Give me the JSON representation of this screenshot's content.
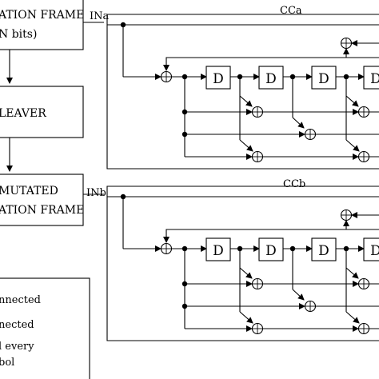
{
  "left_blocks": {
    "frame": {
      "line1": "ATION FRAME",
      "line2": "N bits)"
    },
    "interleaver": {
      "label": "LEAVER"
    },
    "permutated": {
      "line1": "MUTATED",
      "line2": "ATION FRAME"
    }
  },
  "legend": {
    "line1": "nnected",
    "line2": "nected",
    "line3": "l every",
    "line4": "bol"
  },
  "encoder_a": {
    "input_label": "INa",
    "name": "CCa",
    "delay_label": "D",
    "adder_symbol": "⊕"
  },
  "encoder_b": {
    "input_label": "INb",
    "name": "CCb",
    "delay_label": "D",
    "adder_symbol": "⊕"
  }
}
